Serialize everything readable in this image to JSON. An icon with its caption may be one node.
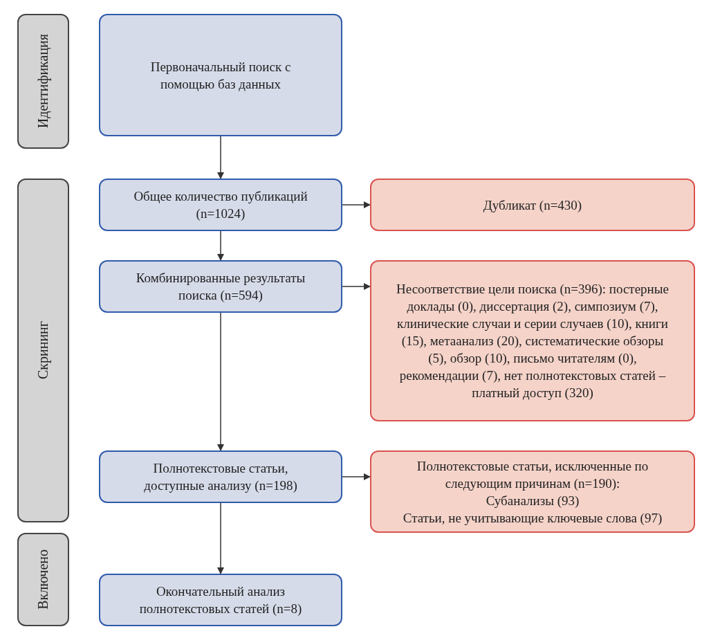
{
  "diagram": {
    "nodes": [
      {
        "text": [
          "Идентификация"
        ]
      },
      {
        "text": [
          "Первоначальный поиск с помощью баз данных"
        ]
      },
      {
        "text": [
          "Скрининг"
        ]
      },
      {
        "text": [
          "Общее количество публикаций (n=1024)"
        ]
      },
      {
        "text": [
          "Дубликат (n=430)"
        ]
      },
      {
        "text": [
          "Комбинированные результаты поиска (n=594)"
        ]
      },
      {
        "text": [
          "Несоответствие цели поиска (n=396): постерные доклады (0), диссертация (2), симпозиум (7), клинические случаи и серии случаев (10), книги (15), метаанализ (20), систематические обзоры (5), обзор (10), письмо читателям (0), рекомендации (7), нет полнотекстовых статей – платный доступ (320)"
        ]
      },
      {
        "text": [
          "Полнотекстовые статьи, доступные анализу (n=198)"
        ]
      },
      {
        "text": [
          "Полнотекстовые статьи, исключенные по следующим причинам (n=190):",
          "Субанализы (93)",
          "Статьи, не учитывающие ключевые слова (97)"
        ]
      },
      {
        "text": [
          "Включено"
        ]
      },
      {
        "text": [
          "Окончательный анализ полнотекстовых статей (n=8)"
        ]
      }
    ],
    "edges": [
      {
        "from": 1,
        "to": 3,
        "arrow": "to"
      },
      {
        "from": 3,
        "to": 4,
        "arrow": "to"
      },
      {
        "from": 3,
        "to": 5,
        "arrow": "to"
      },
      {
        "from": 5,
        "to": 6,
        "arrow": "to"
      },
      {
        "from": 5,
        "to": 7,
        "arrow": "to"
      },
      {
        "from": 7,
        "to": 8,
        "arrow": "to"
      },
      {
        "from": 7,
        "to": 10,
        "arrow": "to"
      }
    ]
  }
}
